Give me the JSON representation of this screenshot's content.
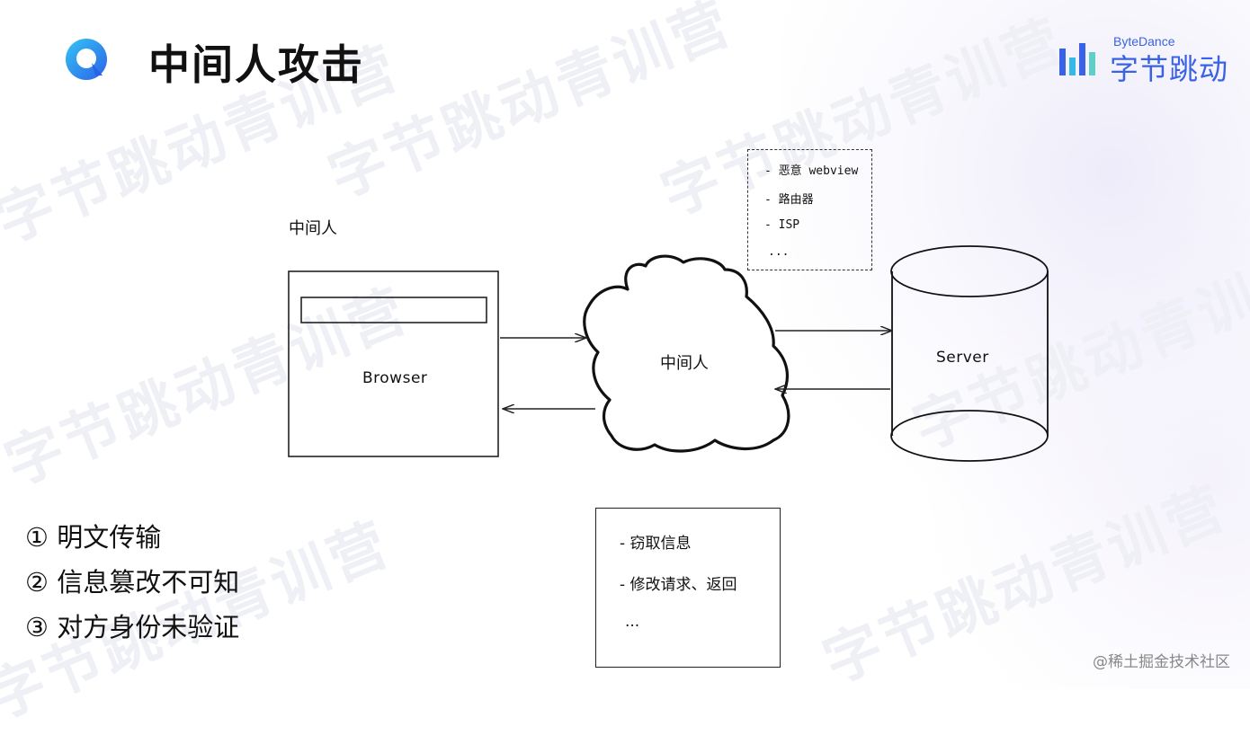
{
  "slide": {
    "title": "中间人攻击",
    "brand": {
      "en": "ByteDance",
      "cn": "字节跳动"
    },
    "watermark": "字节跳动青训营",
    "footer_watermark": "@稀土掘金技术社区"
  },
  "diagram": {
    "top_label": "中间人",
    "browser_label": "Browser",
    "cloud_label": "中间人",
    "server_label": "Server",
    "mitm_sources": [
      "- 恶意 webview",
      "- 路由器",
      "- ISP",
      "..."
    ],
    "attacks": [
      "- 窃取信息",
      "- 修改请求、返回",
      "..."
    ]
  },
  "bullets": [
    "① 明文传输",
    "② 信息篡改不可知",
    "③ 对方身份未验证"
  ]
}
